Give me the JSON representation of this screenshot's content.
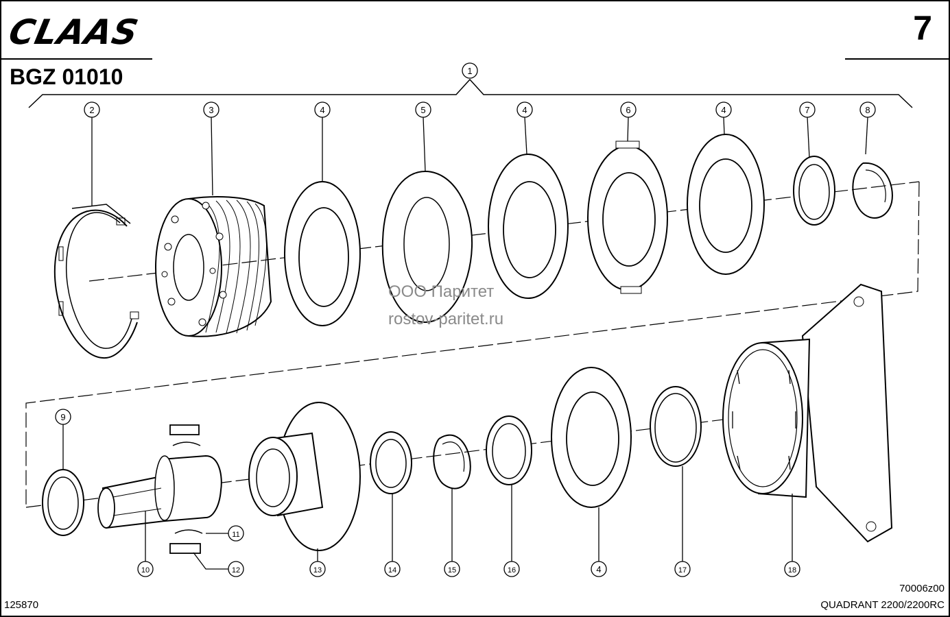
{
  "header": {
    "brand": "CLAAS",
    "page_number": "7",
    "group_code": "BGZ 01010"
  },
  "watermark": {
    "line1": "ООО Паритет",
    "line2": "rostov-paritet.ru"
  },
  "footer": {
    "left_code": "125870",
    "drawing_code": "70006z00",
    "model": "QUADRANT 2200/2200RC"
  },
  "callouts": {
    "c1": "1",
    "c2": "2",
    "c3": "3",
    "c4a": "4",
    "c5": "5",
    "c4b": "4",
    "c6": "6",
    "c4c": "4",
    "c7": "7",
    "c8": "8",
    "c9": "9",
    "c10": "10",
    "c11": "11",
    "c12": "12",
    "c13": "13",
    "c14": "14",
    "c15": "15",
    "c16": "16",
    "c4d": "4",
    "c17": "17",
    "c18": "18"
  }
}
